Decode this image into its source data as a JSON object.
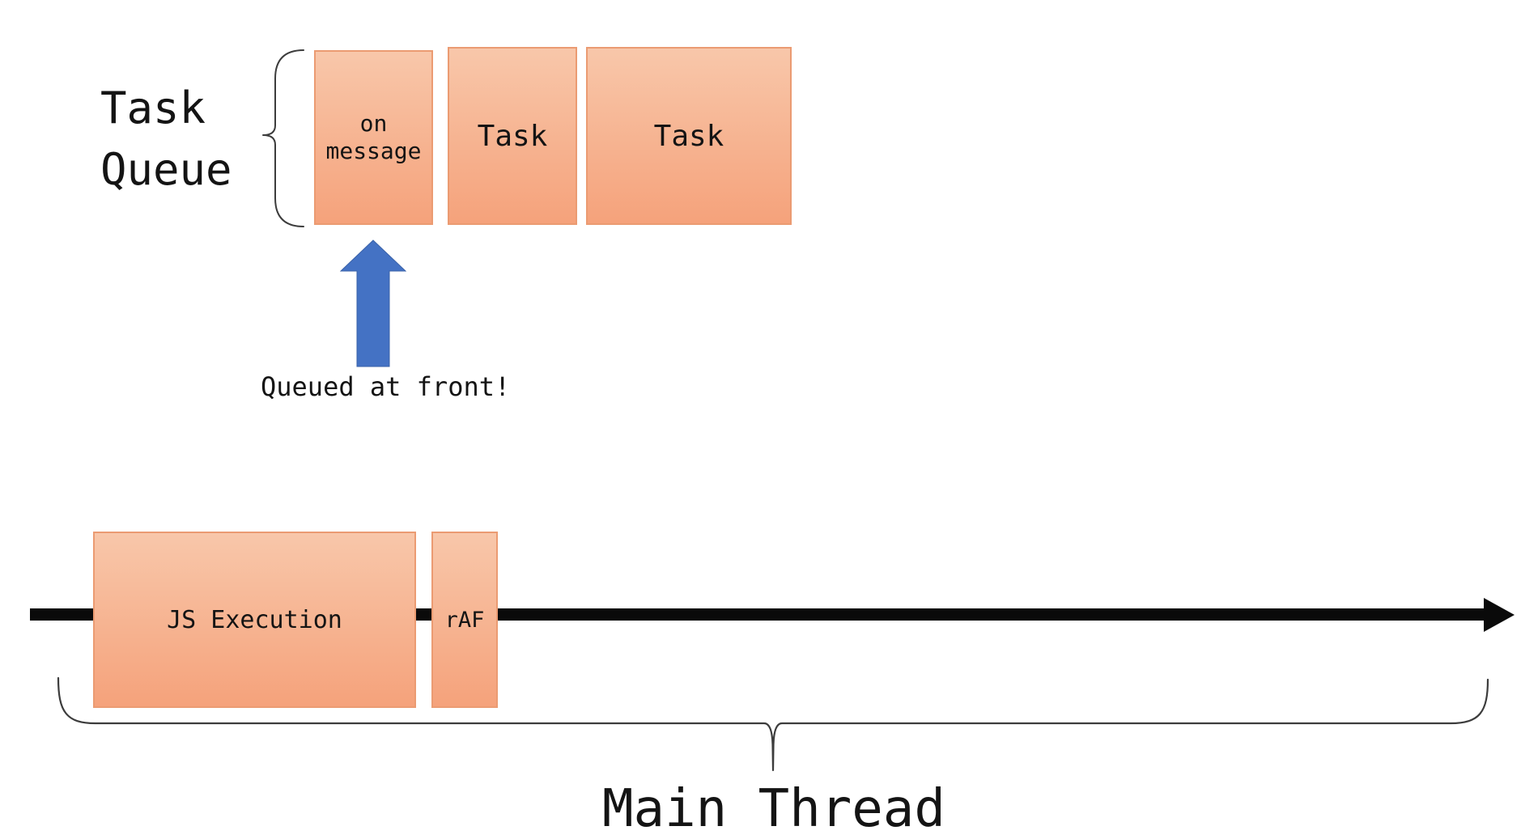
{
  "colors": {
    "box_fill_top": "#f8c7aa",
    "box_fill_bottom": "#f5a27b",
    "box_border": "#eb9b72",
    "arrow_blue": "#4472c4",
    "arrow_blue_border": "#3a62a9",
    "timeline_black": "#0a0a0a",
    "brace_stroke": "#3c3c3c",
    "text_black": "#141414"
  },
  "task_queue": {
    "label": "Task Queue",
    "boxes": [
      {
        "label": "on message"
      },
      {
        "label": "Task"
      },
      {
        "label": "Task"
      }
    ]
  },
  "annotation": {
    "label": "Queued at front!"
  },
  "timeline": {
    "blocks": [
      {
        "label": "JS Execution"
      },
      {
        "label": "rAF"
      }
    ],
    "label": "Main Thread"
  }
}
